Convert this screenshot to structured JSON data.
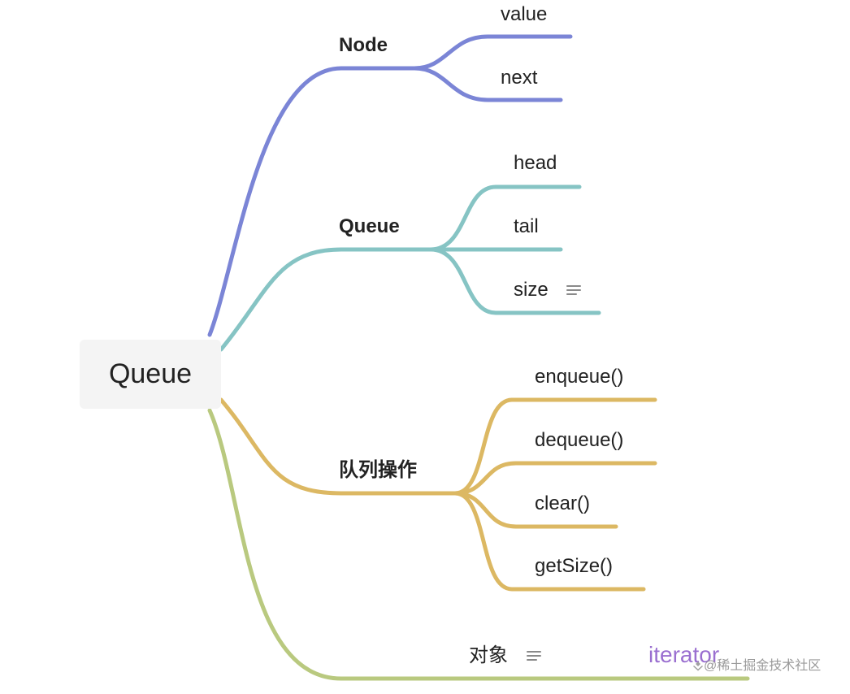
{
  "root": {
    "label": "Queue"
  },
  "colors": {
    "node": "#7b85d6",
    "queue": "#86c4c4",
    "ops": "#dcb863",
    "object": "#b9c97f"
  },
  "branches": [
    {
      "id": "node",
      "label": "Node",
      "children": [
        "value",
        "next"
      ]
    },
    {
      "id": "queue",
      "label": "Queue",
      "children": [
        "head",
        "tail",
        "size"
      ]
    },
    {
      "id": "ops",
      "label": "队列操作",
      "children": [
        "enqueue()",
        "dequeue()",
        "clear()",
        "getSize()"
      ]
    },
    {
      "id": "object",
      "label": "对象"
    }
  ],
  "overlay_text": "iterator",
  "watermark": "@稀土掘金技术社区",
  "icons": {
    "note": "note-lines-icon",
    "logo": "juejin-logo-icon"
  }
}
